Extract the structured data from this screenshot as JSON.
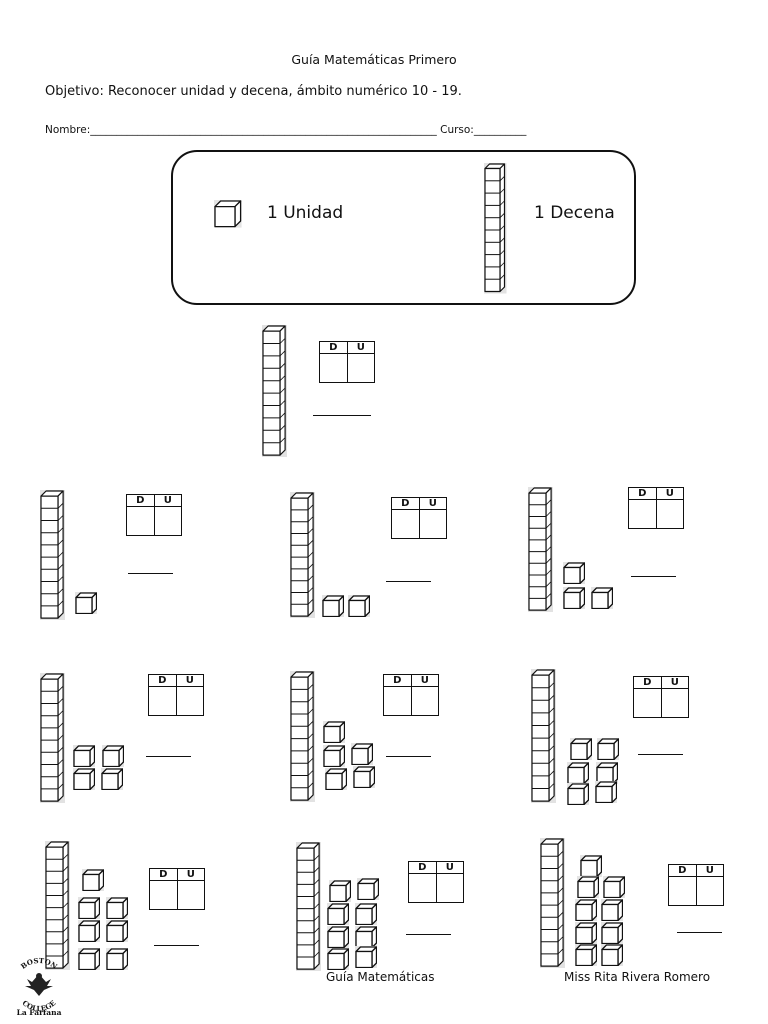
{
  "header": {
    "title": "Guía Matemáticas  Primero",
    "objective": "Objetivo: Reconocer unidad y decena, ámbito numérico 10 - 19.",
    "name_label": "Nombre:",
    "course_label": "Curso:"
  },
  "legend": {
    "unit_label": "1 Unidad",
    "ten_label": "1 Decena"
  },
  "table_headers": {
    "tens": "D",
    "units": "U"
  },
  "exercises": [
    {
      "tens": 1,
      "units": 0
    },
    {
      "tens": 1,
      "units": 1
    },
    {
      "tens": 1,
      "units": 2
    },
    {
      "tens": 1,
      "units": 3
    },
    {
      "tens": 1,
      "units": 4
    },
    {
      "tens": 1,
      "units": 5
    },
    {
      "tens": 1,
      "units": 6
    },
    {
      "tens": 1,
      "units": 7
    },
    {
      "tens": 1,
      "units": 8
    },
    {
      "tens": 1,
      "units": 9
    }
  ],
  "footer": {
    "subject": "Guía Matemáticas",
    "teacher": "Miss Rita Rivera Romero",
    "logo_text": [
      "BOSTON",
      "COLLEGE",
      "La Farfana"
    ]
  }
}
